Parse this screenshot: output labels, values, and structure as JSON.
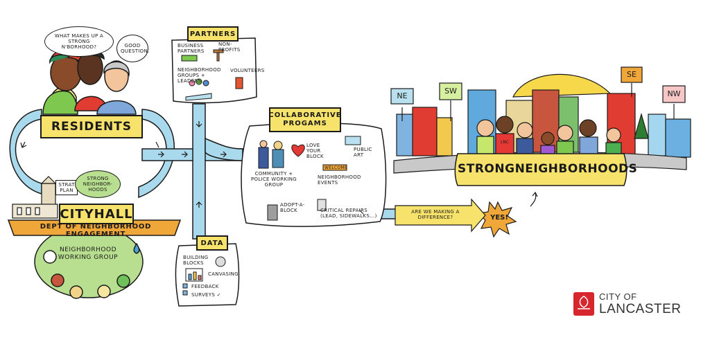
{
  "bubbles": {
    "question": "WHAT MAKES UP A STRONG N'BORHOOD?",
    "answer": "GOOD QUESTION."
  },
  "residents": {
    "label": "RESIDENTS"
  },
  "cityhall": {
    "label": "CITYHALL",
    "strat_plan": "STRAT PLAN",
    "strong_neighborhoods_note": "STRONG NEIGHBOR-HOODS",
    "dept_banner": "DEPT OF NEIGHBORHOOD ENGAGEMENT",
    "working_group": "NEIGHBORHOOD WORKING GROUP"
  },
  "partners": {
    "title": "PARTNERS",
    "items": [
      "BUSINESS PARTNERS",
      "NON-PROFITS",
      "NEIGHBORHOOD GROUPS + LEADERS",
      "VOLUNTEERS"
    ]
  },
  "data_box": {
    "title": "DATA",
    "items": [
      "BUILDING BLOCKS",
      "CANVASING",
      "FEEDBACK",
      "SURVEYS ✓"
    ]
  },
  "programs": {
    "title": "COLLABORATIVE PROGAMS",
    "items": {
      "police": "COMMUNITY + POLICE WORKING GROUP",
      "love": "LOVE YOUR BLOCK",
      "art": "PUBLIC ART",
      "events": "NEIGHBORHOOD EVENTS",
      "welcome": "WELCOME",
      "adopt": "ADOPT-A-BLOCK",
      "repairs": "CRITICAL REPAIRS (LEAD, SIDEWALKS...)"
    }
  },
  "outcome": {
    "question": "ARE WE MAKING A DIFFERENCE?",
    "yes": "YES!",
    "banner": "STRONGNEIGHBORHOODS",
    "directions": [
      "NE",
      "SW",
      "SE",
      "NW"
    ],
    "shirt": "LNC"
  },
  "logo": {
    "line1": "CITY OF",
    "line2": "LANCASTER"
  },
  "colors": {
    "path": "#a9d9ec",
    "label_yellow": "#f7e36b",
    "banner_orange": "#f0a73a",
    "working_green": "#b8df8f",
    "logo_red": "#d7262e"
  }
}
